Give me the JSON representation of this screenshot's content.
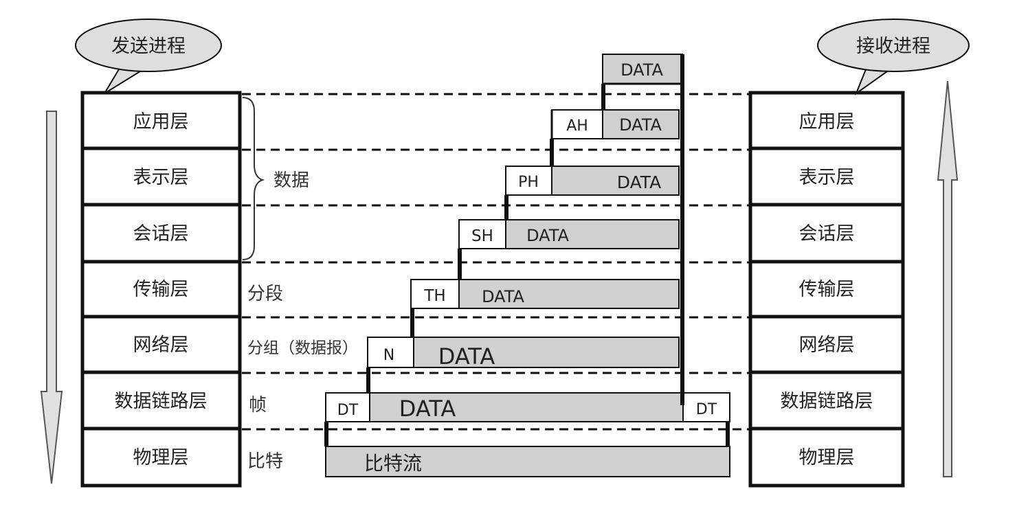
{
  "bubbles": {
    "send": "发送进程",
    "receive": "接收进程"
  },
  "layers": [
    "应用层",
    "表示层",
    "会话层",
    "传输层",
    "网络层",
    "数据链路层",
    "物理层"
  ],
  "brace_label": "数据",
  "pdu_labels": {
    "transport": "分段",
    "network": "分组（数据报）",
    "datalink": "帧",
    "physical": "比特"
  },
  "data_label": "DATA",
  "headers": {
    "application": "AH",
    "presentation": "PH",
    "session": "SH",
    "transport": "TH",
    "network": "N",
    "datalink": "DT",
    "trailer": "DT"
  },
  "bitstream_label": "比特流",
  "colors": {
    "frame": "#111111",
    "data_fill": "#d0d0d0",
    "header_fill": "#ffffff",
    "arrow_fill": "#e0e0e0",
    "bubble_fill": "#dedede"
  }
}
